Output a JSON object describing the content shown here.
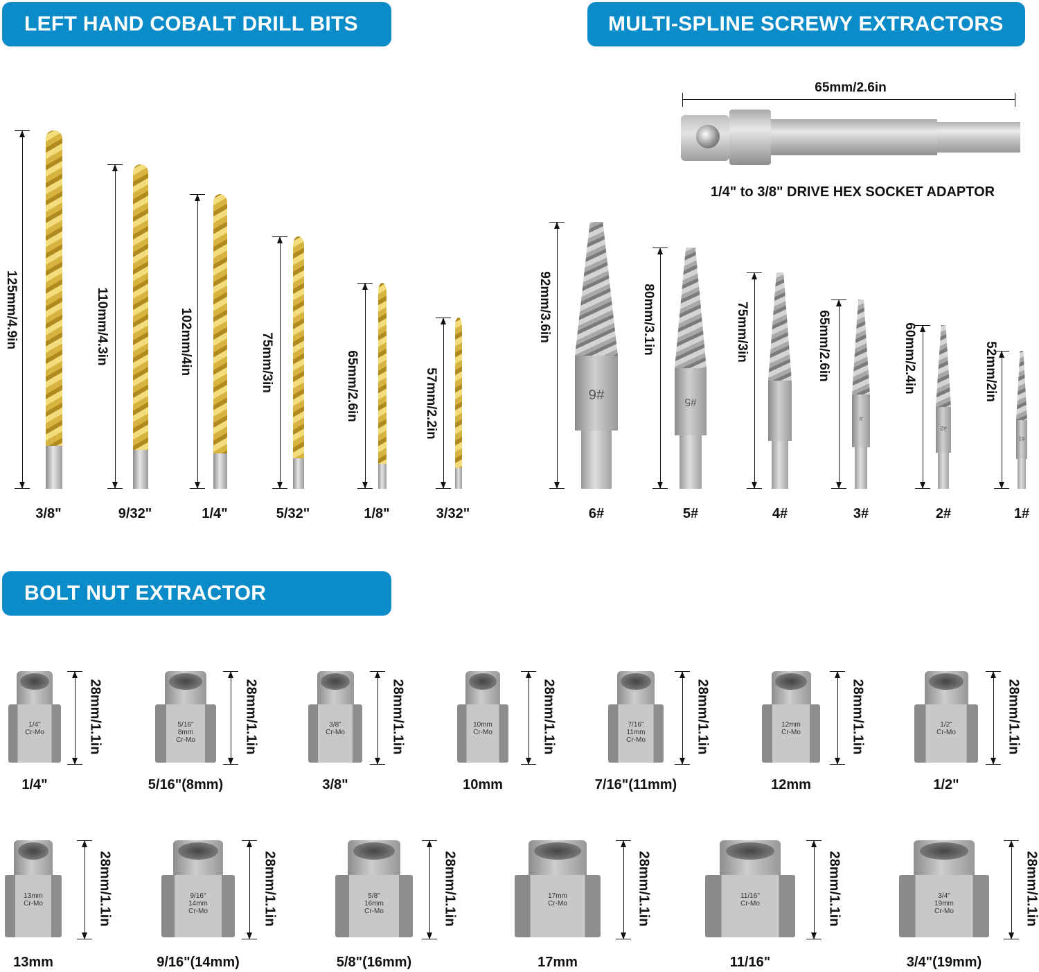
{
  "headers": {
    "drill_bits": "LEFT HAND COBALT DRILL BITS",
    "screw_extractors": "MULTI-SPLINE SCREWY EXTRACTORS",
    "bolt_nut": "BOLT NUT EXTRACTOR"
  },
  "adaptor": {
    "length": "65mm/2.6in",
    "caption": "1/4\" to 3/8\" DRIVE HEX SOCKET ADAPTOR"
  },
  "drills": [
    {
      "size": "3/8\"",
      "length": "125mm/4.9in"
    },
    {
      "size": "9/32\"",
      "length": "110mm/4.3in"
    },
    {
      "size": "1/4\"",
      "length": "102mm/4in"
    },
    {
      "size": "5/32\"",
      "length": "75mm/3in"
    },
    {
      "size": "1/8\"",
      "length": "65mm/2.6in"
    },
    {
      "size": "3/32\"",
      "length": "57mm/2.2in"
    }
  ],
  "extractors": [
    {
      "size": "6#",
      "length": "92mm/3.6in",
      "mark": "#6"
    },
    {
      "size": "5#",
      "length": "80mm/3.1in",
      "mark": "#5"
    },
    {
      "size": "4#",
      "length": "75mm/3in",
      "mark": ""
    },
    {
      "size": "3#",
      "length": "65mm/2.6in",
      "mark": "#"
    },
    {
      "size": "2#",
      "length": "60mm/2.4in",
      "mark": "#2"
    },
    {
      "size": "1#",
      "length": "52mm/2in",
      "mark": "#1"
    }
  ],
  "nuts_row1": [
    {
      "size": "1/4\"",
      "length": "28mm/1.1in",
      "engraving": [
        "1/4\"",
        "Cr-Mo"
      ]
    },
    {
      "size": "5/16\"(8mm)",
      "length": "28mm/1.1in",
      "engraving": [
        "5/16\"",
        "8mm",
        "Cr-Mo"
      ]
    },
    {
      "size": "3/8\"",
      "length": "28mm/1.1in",
      "engraving": [
        "3/8\"",
        "Cr-Mo"
      ]
    },
    {
      "size": "10mm",
      "length": "28mm/1.1in",
      "engraving": [
        "10mm",
        "Cr-Mo"
      ]
    },
    {
      "size": "7/16\"(11mm)",
      "length": "28mm/1.1in",
      "engraving": [
        "7/16\"",
        "11mm",
        "Cr-Mo"
      ]
    },
    {
      "size": "12mm",
      "length": "28mm/1.1in",
      "engraving": [
        "12mm",
        "Cr-Mo"
      ]
    },
    {
      "size": "1/2\"",
      "length": "28mm/1.1in",
      "engraving": [
        "1/2\"",
        "Cr-Mo"
      ]
    }
  ],
  "nuts_row2": [
    {
      "size": "13mm",
      "length": "28mm/1.1in",
      "engraving": [
        "13mm",
        "Cr-Mo"
      ]
    },
    {
      "size": "9/16\"(14mm)",
      "length": "28mm/1.1in",
      "engraving": [
        "9/16\"",
        "14mm",
        "Cr-Mo"
      ]
    },
    {
      "size": "5/8\"(16mm)",
      "length": "28mm/1.1in",
      "engraving": [
        "5/8\"",
        "16mm",
        "Cr-Mo"
      ]
    },
    {
      "size": "17mm",
      "length": "28mm/1.1in",
      "engraving": [
        "17mm",
        "Cr-Mo"
      ]
    },
    {
      "size": "11/16\"",
      "length": "28mm/1.1in",
      "engraving": [
        "11/16\"",
        "Cr-Mo"
      ]
    },
    {
      "size": "3/4\"(19mm)",
      "length": "28mm/1.1in",
      "engraving": [
        "3/4\"",
        "19mm",
        "Cr-Mo"
      ]
    }
  ]
}
